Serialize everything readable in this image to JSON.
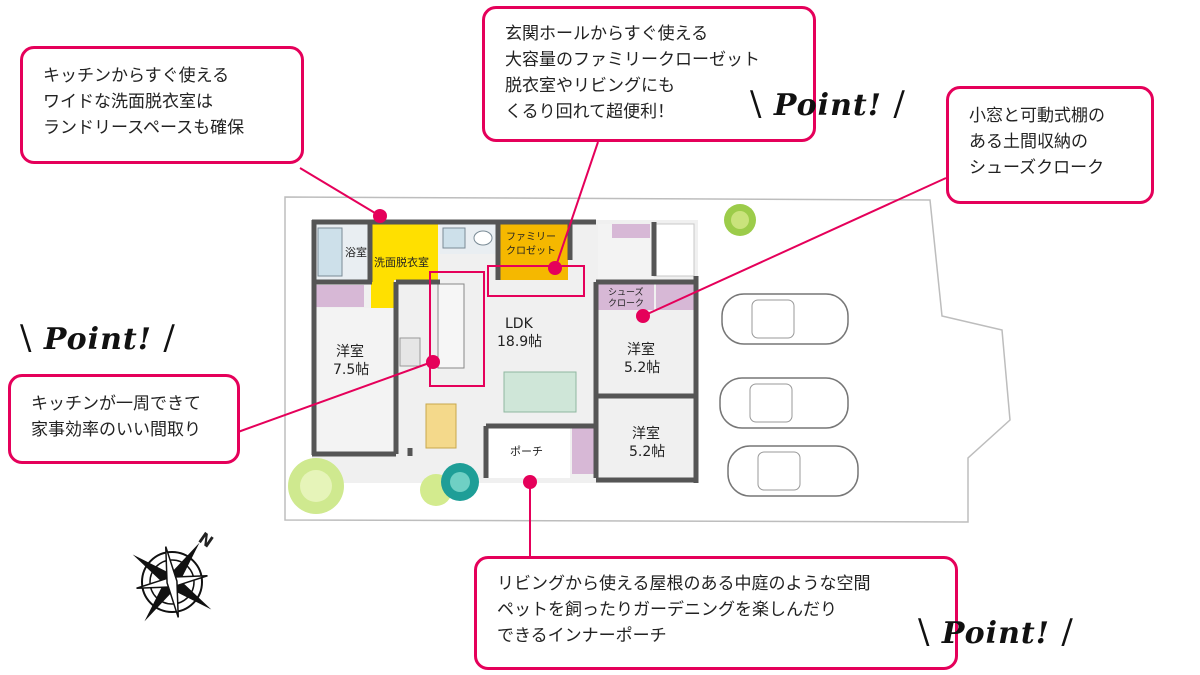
{
  "callouts": {
    "laundry": [
      "キッチンからすぐ使える",
      "ワイドな洗面脱衣室は",
      "ランドリースペースも確保"
    ],
    "closet": [
      "玄関ホールからすぐ使える",
      "大容量のファミリークローゼット",
      "脱衣室やリビングにも",
      "くるり回れて超便利！"
    ],
    "shoes": [
      "小窓と可動式棚の",
      "ある土間収納の",
      "シューズクローク"
    ],
    "kitchen": [
      "キッチンが一周できて",
      "家事効率のいい間取り"
    ],
    "porch": [
      "リビングから使える屋根のある中庭のような空間",
      "ペットを飼ったりガーデニングを楽しんだり",
      "できるインナーポーチ"
    ]
  },
  "point_label": "Point!",
  "rooms": {
    "bath": "浴室",
    "washroom": "洗面脱衣室",
    "family_closet": [
      "ファミリー",
      "クロゼット"
    ],
    "shoe_cloak": [
      "シューズ",
      "クローク"
    ],
    "ldk": [
      "LDK",
      "18.9帖"
    ],
    "western1": [
      "洋室",
      "7.5帖"
    ],
    "western2": [
      "洋室",
      "5.2帖"
    ],
    "western3": [
      "洋室",
      "5.2帖"
    ],
    "porch": "ポーチ"
  },
  "compass_label": "N",
  "colors": {
    "accent": "#e5005a",
    "highlight": "#ffe000",
    "closet": "#f5b800",
    "storage": "#d7b8d6",
    "sofa": "#cfe6d8",
    "table": "#f4d98b",
    "tub": "#cde0ea"
  }
}
